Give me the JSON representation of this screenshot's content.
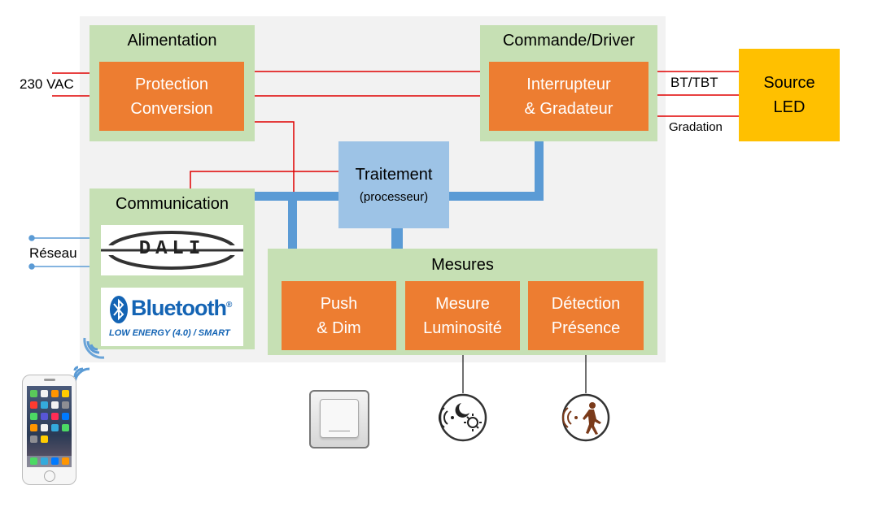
{
  "blocks": {
    "alimentation": {
      "title": "Alimentation",
      "line1": "Protection",
      "line2": "Conversion"
    },
    "commande": {
      "title": "Commande/Driver",
      "line1": "Interrupteur",
      "line2": "& Gradateur"
    },
    "source": {
      "line1": "Source",
      "line2": "LED"
    },
    "traitement": {
      "line1": "Traitement",
      "line2": "(processeur)"
    },
    "communication": {
      "title": "Communication",
      "dali": "DALI",
      "bluetooth": "Bluetooth",
      "bluetooth_reg": "®",
      "bluetooth_sub": "LOW ENERGY (4.0) / SMART"
    },
    "mesures": {
      "title": "Mesures",
      "items": [
        {
          "line1": "Push",
          "line2": "& Dim"
        },
        {
          "line1": "Mesure",
          "line2": "Luminosité"
        },
        {
          "line1": "Détection",
          "line2": "Présence"
        }
      ]
    }
  },
  "labels": {
    "vac": "230 VAC",
    "bt": "BT/TBT",
    "gradation": "Gradation",
    "reseau": "Réseau"
  },
  "colors": {
    "green": "#c6e0b4",
    "orange": "#ed7d31",
    "blue": "#9dc3e6",
    "link_blue": "#5b9bd5",
    "wire_red": "#e00000",
    "yellow": "#ffc000"
  }
}
